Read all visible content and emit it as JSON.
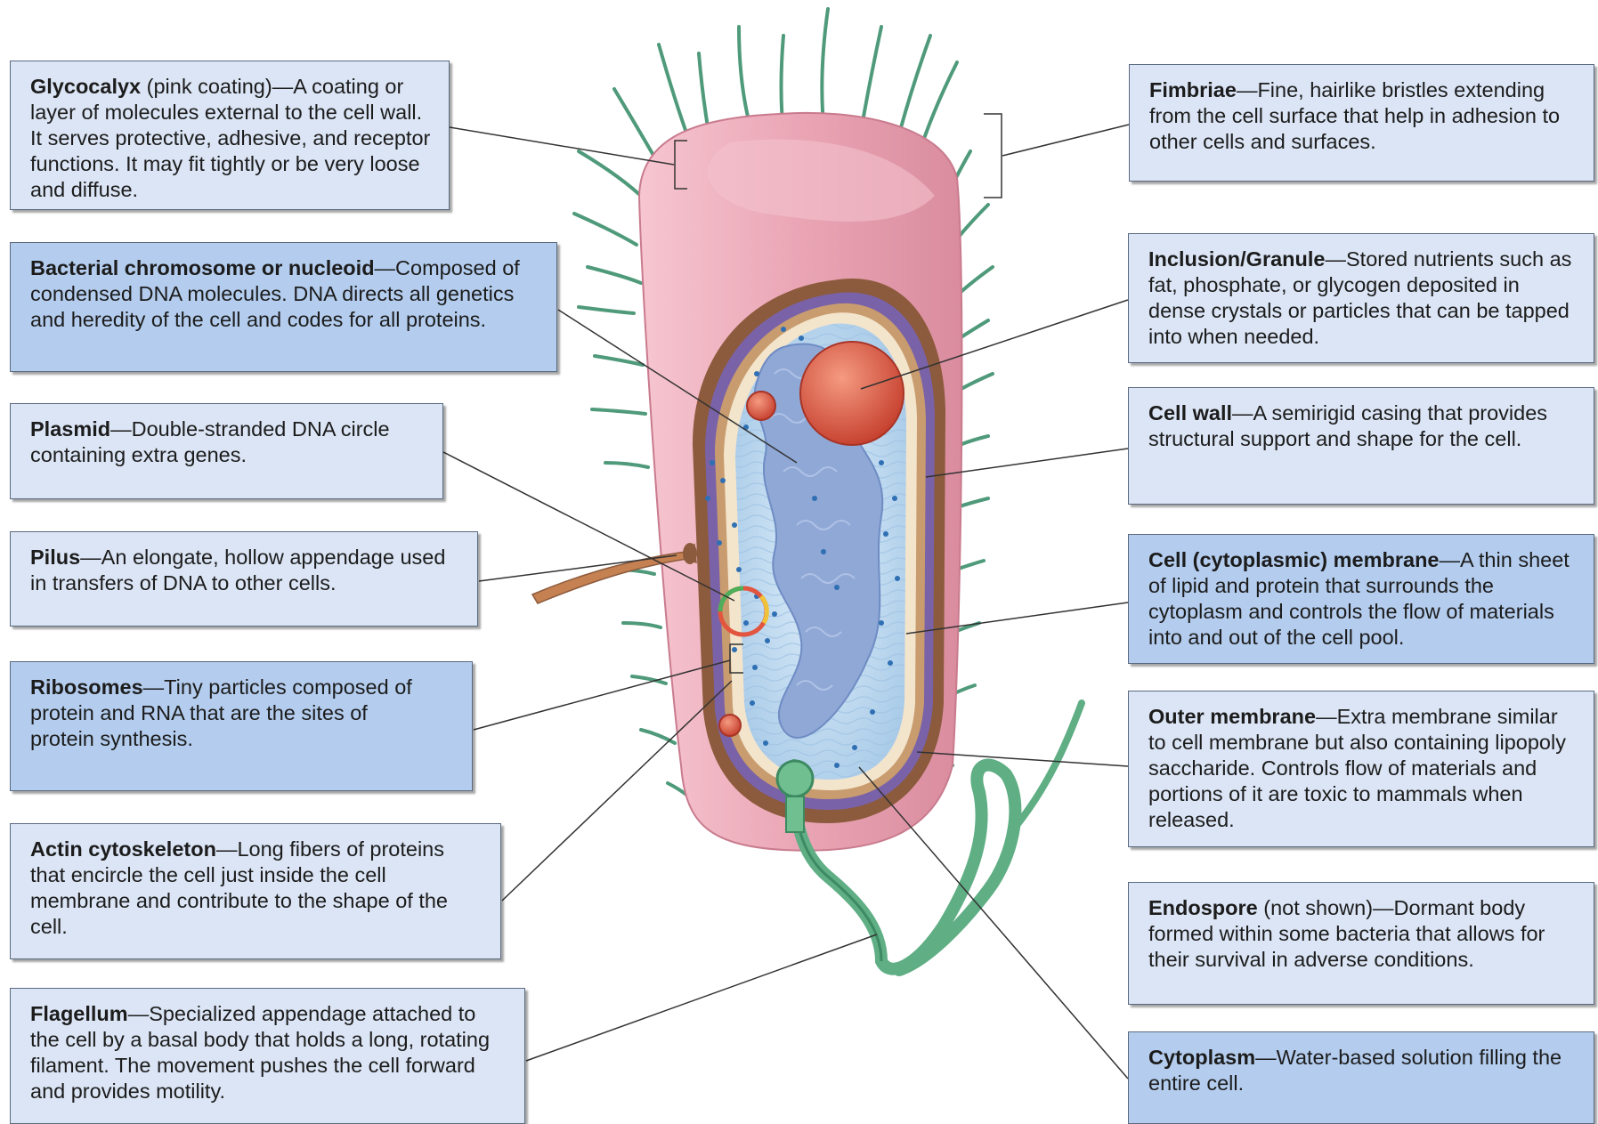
{
  "callouts": {
    "glycocalyx": {
      "term": "Glycocalyx",
      "note": " (pink coating)",
      "text": "—A coating or layer of molecules external to the cell wall. It serves protective, adhesive, and receptor functions. It may fit tightly or be very loose and diffuse."
    },
    "nucleoid": {
      "term": "Bacterial chromosome or nucleoid",
      "note": "",
      "text": "—Composed of condensed DNA molecules. DNA directs all genetics and heredity of the cell and codes for all proteins."
    },
    "plasmid": {
      "term": "Plasmid",
      "note": "",
      "text": "—Double-stranded DNA circle containing extra genes."
    },
    "pilus": {
      "term": "Pilus",
      "note": "",
      "text": "—An elongate, hollow appendage used in transfers of DNA to other cells."
    },
    "ribosomes": {
      "term": "Ribosomes",
      "note": "",
      "text": "—Tiny particles composed of protein and RNA that are the sites of protein synthesis."
    },
    "actin": {
      "term": "Actin cytoskeleton",
      "note": "",
      "text": "—Long fibers of proteins that encircle the cell just inside the cell membrane and contribute to the shape of the cell."
    },
    "flagellum": {
      "term": "Flagellum",
      "note": "",
      "text": "—Specialized appendage attached to the cell by a basal body that holds a long, rotating filament. The movement pushes the cell forward and provides motility."
    },
    "fimbriae": {
      "term": "Fimbriae",
      "note": "",
      "text": "—Fine, hairlike bristles extending from the cell surface that help in adhesion to other cells and surfaces."
    },
    "inclusion": {
      "term": "Inclusion/Granule",
      "note": "",
      "text": "—Stored nutrients such as fat, phosphate, or glycogen deposited in dense crystals or particles that can be tapped into when needed."
    },
    "cellwall": {
      "term": "Cell wall",
      "note": "",
      "text": "—A semirigid casing that provides structural support and shape for the cell."
    },
    "membrane": {
      "term": "Cell (cytoplasmic) membrane",
      "note": "",
      "text": "—A thin sheet of lipid and protein that surrounds the cytoplasm and controls the flow of materials into and out of the cell pool."
    },
    "outer": {
      "term": "Outer membrane",
      "note": "",
      "text": "—Extra membrane similar to cell membrane but also containing lipopoly saccharide. Controls flow of materials and portions of it are toxic to mammals when released."
    },
    "endospore": {
      "term": "Endospore",
      "note": " (not shown)",
      "text": "—Dormant body formed within some bacteria that allows for their survival in adverse conditions."
    },
    "cytoplasm": {
      "term": "Cytoplasm",
      "note": "",
      "text": "—Water-based solution filling the entire cell."
    }
  },
  "colors": {
    "glycocalyx_pink": "#eeb3c0",
    "cell_wall_brown": "#9a6a48",
    "outer_membrane_purple": "#7a62a8",
    "cytoplasm_blue": "#bfdcf2",
    "nucleoid_blue": "#8fa8d6",
    "fimbriae_green": "#4f9a7a",
    "flagellum_green": "#5fae84",
    "granule_red": "#d8553f",
    "callout_light": "#dbe5f5",
    "callout_dark": "#b4cdee"
  }
}
